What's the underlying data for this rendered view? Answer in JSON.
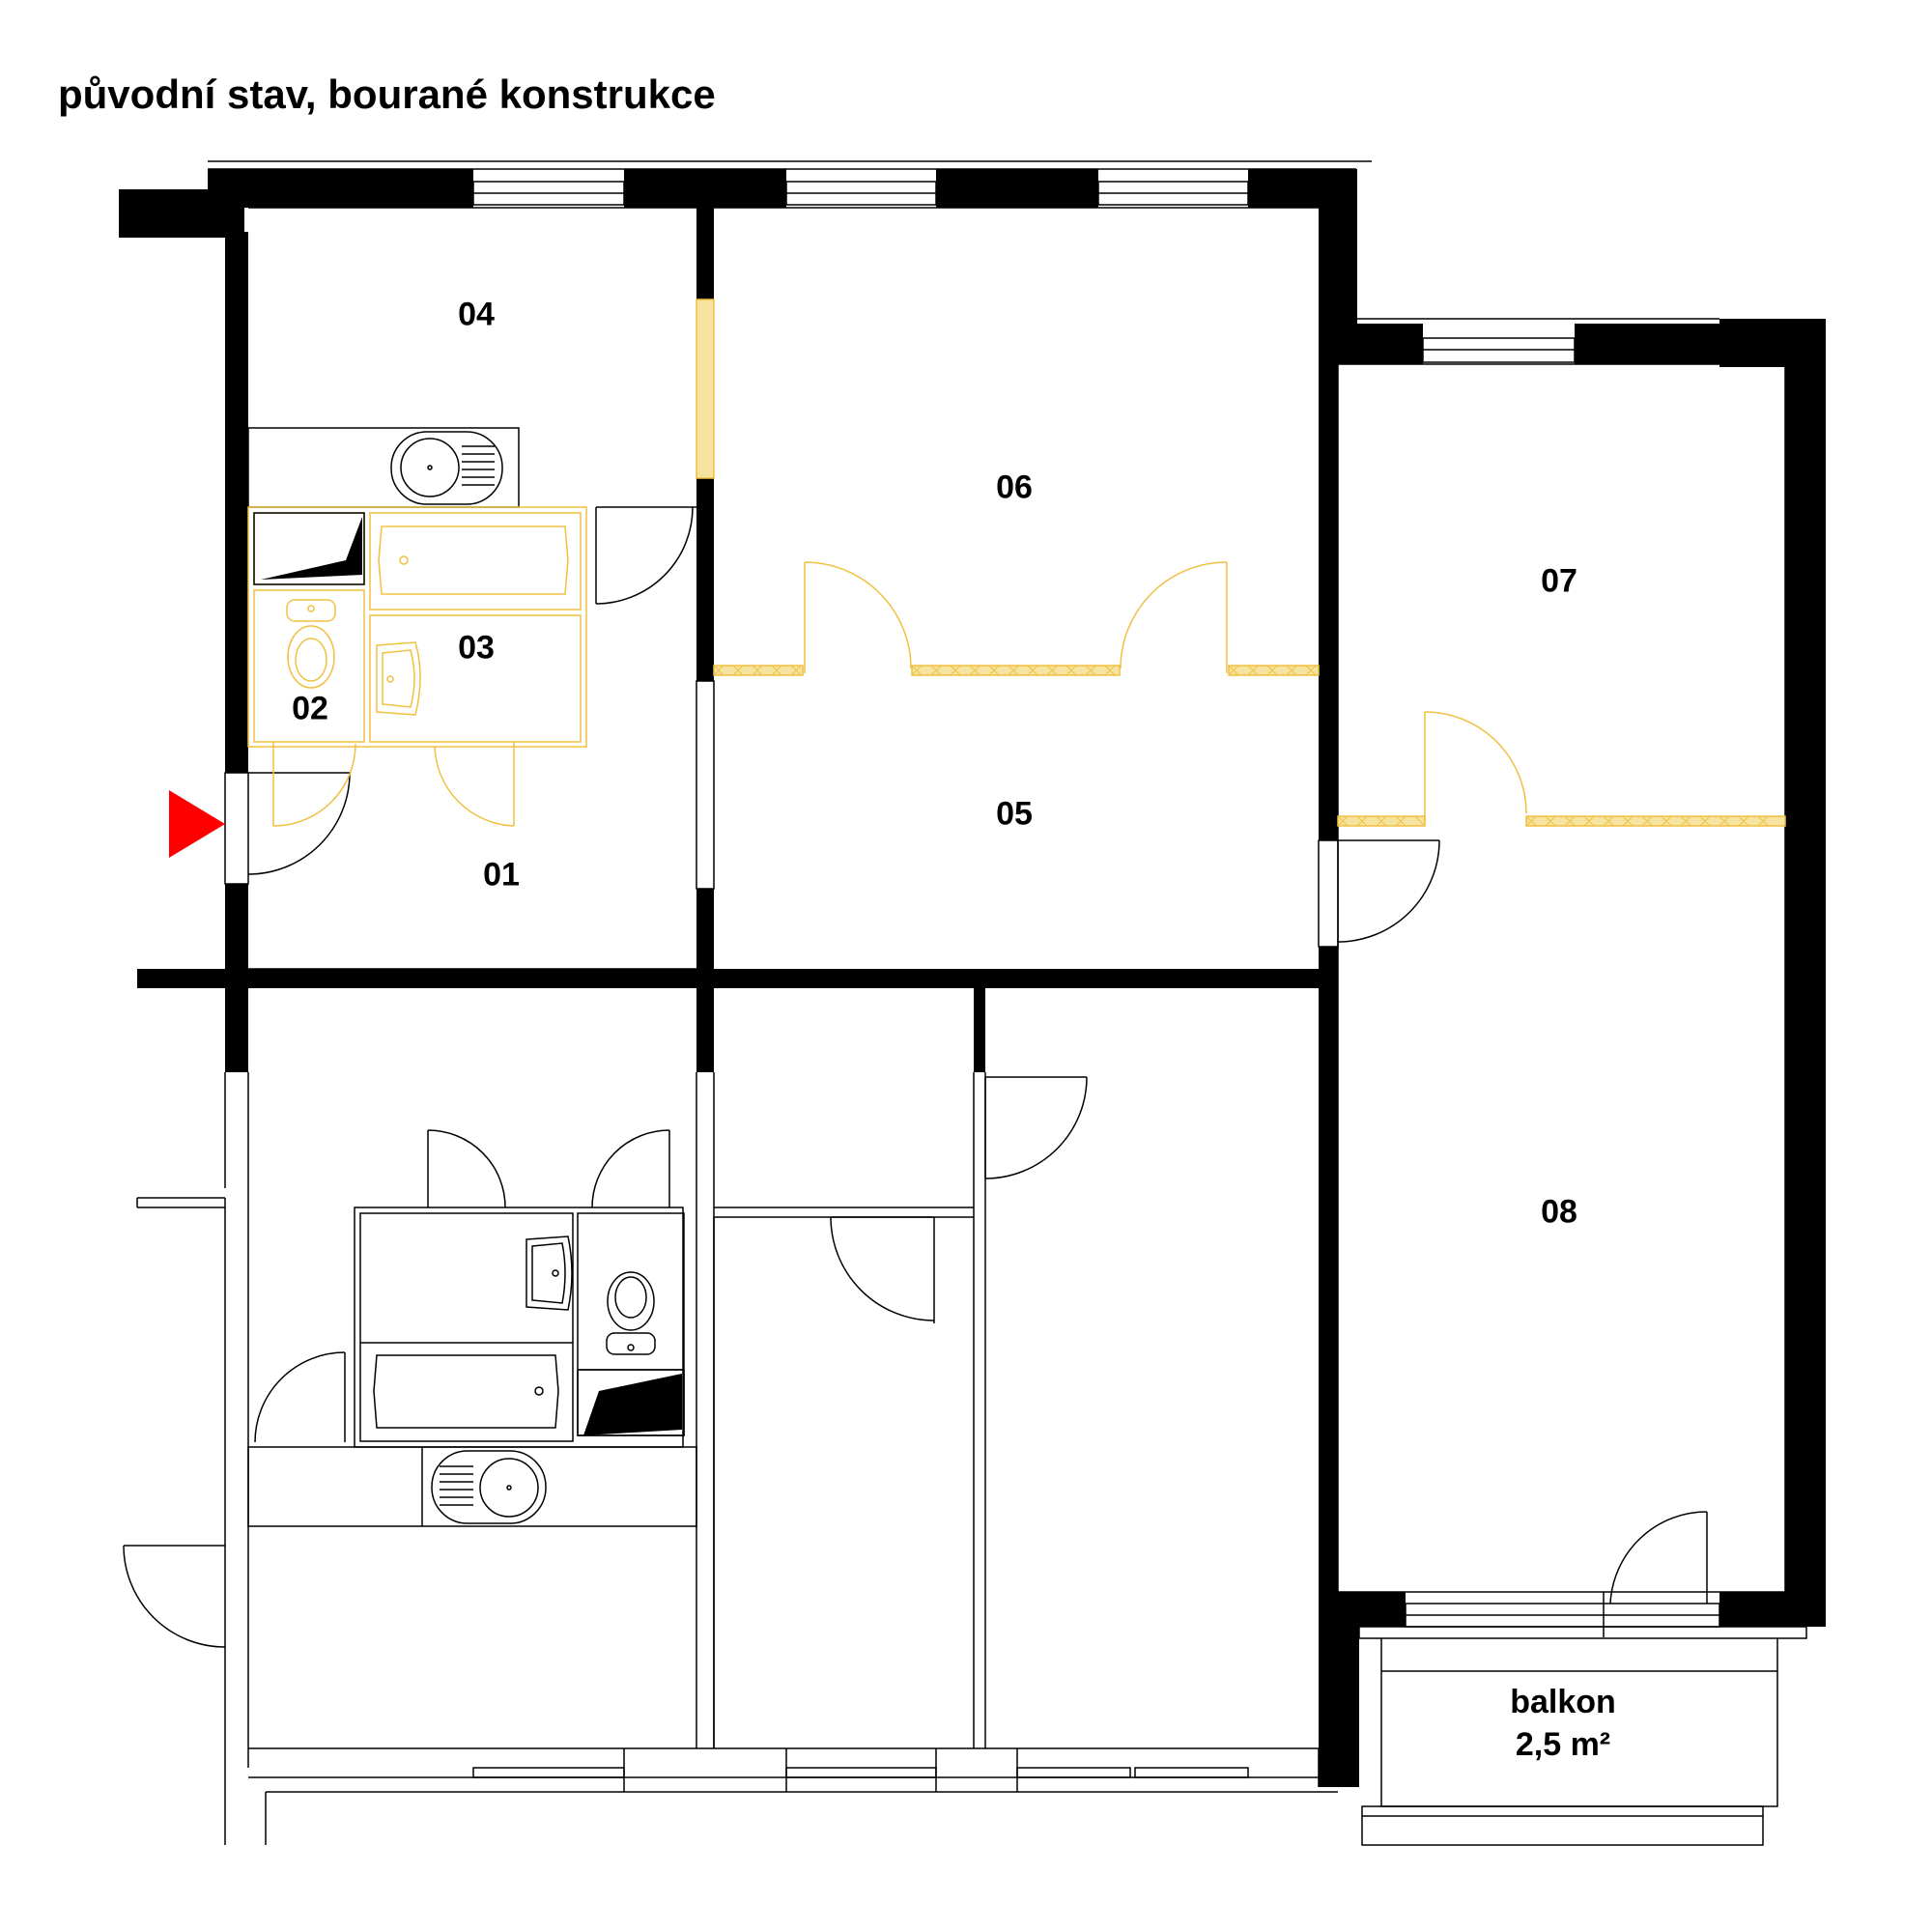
{
  "title": "původní stav, bourané konstrukce",
  "rooms": {
    "r01": "01",
    "r02": "02",
    "r03": "03",
    "r04": "04",
    "r05": "05",
    "r06": "06",
    "r07": "07",
    "r08": "08"
  },
  "balcony": {
    "name": "balkon",
    "area": "2,5 m²"
  },
  "colors": {
    "wall": "#000000",
    "line": "#000000",
    "demolished": "#f0c040",
    "demolished_fill": "#f7e3a0",
    "entrance_marker": "#ff0000"
  },
  "icons": [
    "entrance-arrow-icon",
    "sink-icon",
    "bathtub-icon",
    "toilet-icon",
    "washbasin-icon",
    "door-swing-icon",
    "window-icon"
  ]
}
